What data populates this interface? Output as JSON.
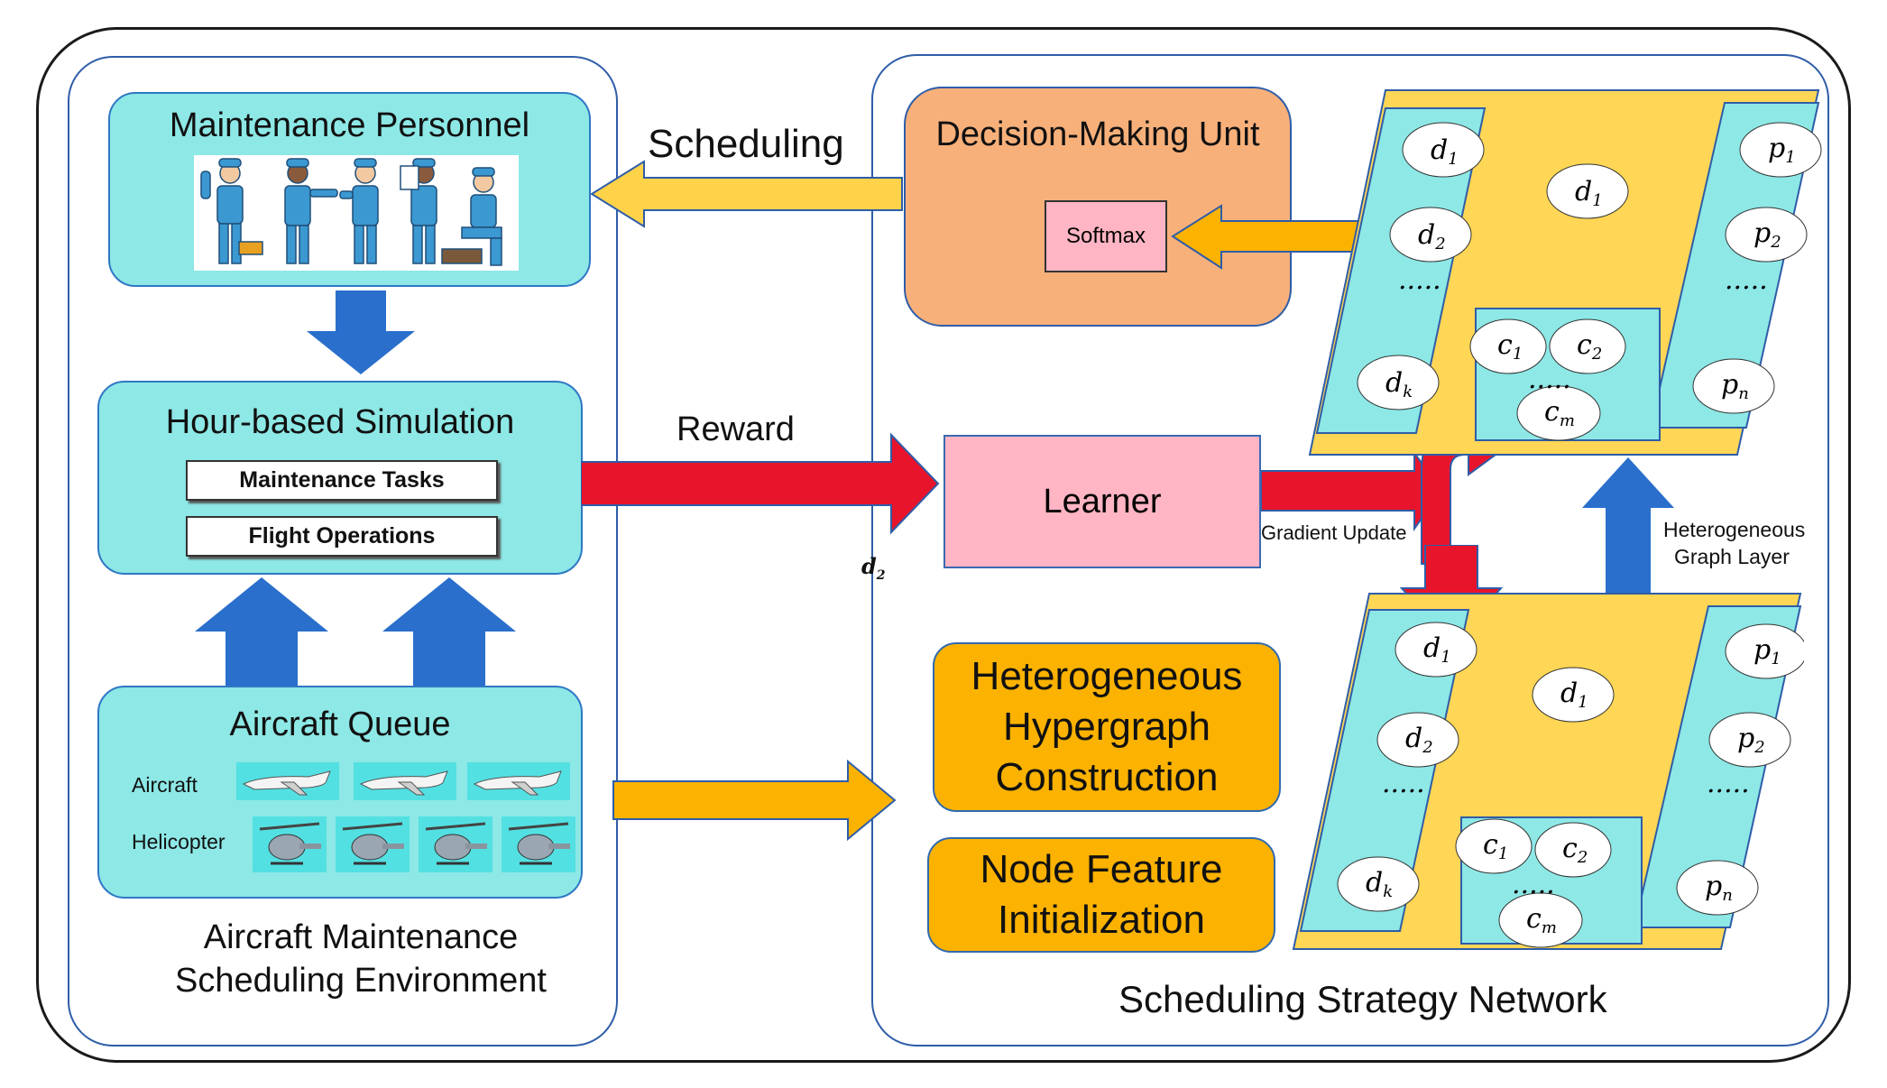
{
  "colors": {
    "teal": "#8de8e6",
    "panel_border": "#2f5da8",
    "blue_arrow": "#2a6fcb",
    "red_arrow": "#e8142b",
    "yellow_arrow": "#ffd24a",
    "orange_box": "#fbb200",
    "salmon_box": "#f8b07a",
    "pink_box": "#ffb5c3",
    "graph_yellow": "#ffd655",
    "graph_teal": "#8de8e6"
  },
  "environment": {
    "title_line1": "Aircraft Maintenance",
    "title_line2": "Scheduling Environment",
    "personnel": {
      "title": "Maintenance Personnel",
      "icon": "maintenance-workers-illustration"
    },
    "simulation": {
      "title": "Hour-based Simulation",
      "item1": "Maintenance Tasks",
      "item2": "Flight Operations"
    },
    "queue": {
      "title": "Aircraft Queue",
      "aircraft_label": "Aircraft",
      "helicopter_label": "Helicopter",
      "aircraft_count": 3,
      "helicopter_count": 4
    }
  },
  "network": {
    "title": "Scheduling Strategy Network",
    "decision": {
      "title": "Decision-Making Unit",
      "softmax": "Softmax"
    },
    "learner": "Learner",
    "hypergraph": {
      "line1": "Heterogeneous",
      "line2": "Hypergraph",
      "line3": "Construction"
    },
    "nodefeat": {
      "line1": "Node Feature",
      "line2": "Initialization"
    },
    "graph_layer": {
      "line1": "Heterogeneous",
      "line2": "Graph Layer"
    },
    "gradient": "Gradient Update",
    "stray_label": "d",
    "stray_sub": "2"
  },
  "arrows": {
    "scheduling": "Scheduling",
    "reward": "Reward"
  },
  "graph_nodes": {
    "d1": "d",
    "d1_sub": "1",
    "d2": "d",
    "d2_sub": "2",
    "dk": "d",
    "dk_sub": "k",
    "p1": "p",
    "p1_sub": "1",
    "p2": "p",
    "p2_sub": "2",
    "pn": "p",
    "pn_sub": "n",
    "c1": "c",
    "c1_sub": "1",
    "c2": "c",
    "c2_sub": "2",
    "cm": "c",
    "cm_sub": "m",
    "center": "d",
    "center_sub": "1",
    "dots": "....."
  }
}
